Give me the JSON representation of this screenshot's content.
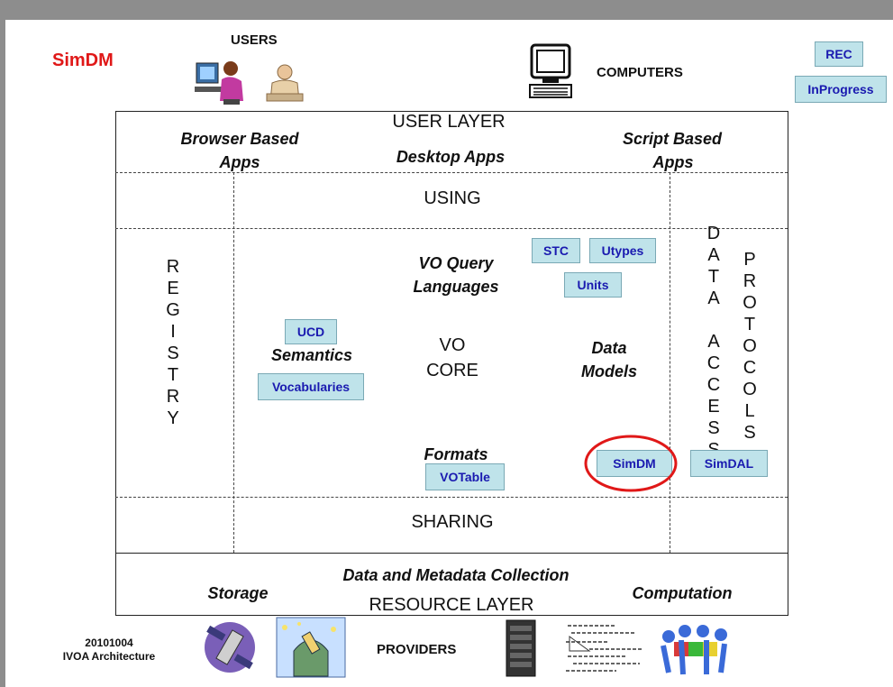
{
  "title": "SimDM",
  "top": {
    "users": "USERS",
    "computers": "COMPUTERS",
    "legend": [
      "REC",
      "InProgress"
    ]
  },
  "user_layer": {
    "title": "USER LAYER",
    "browser_apps": [
      "Browser Based",
      "Apps"
    ],
    "desktop_apps": "Desktop Apps",
    "script_apps": [
      "Script Based",
      "Apps"
    ]
  },
  "using": "USING",
  "registry": [
    "R",
    "E",
    "G",
    "I",
    "S",
    "T",
    "R",
    "Y"
  ],
  "data_access": [
    "D",
    "A",
    "T",
    "A",
    "",
    "A",
    "C",
    "C",
    "E",
    "S",
    "S"
  ],
  "protocols": [
    "P",
    "R",
    "O",
    "T",
    "O",
    "C",
    "O",
    "L",
    "S"
  ],
  "core": {
    "vo_query": [
      "VO Query",
      "Languages"
    ],
    "vo_core": [
      "VO",
      "CORE"
    ],
    "semantics": "Semantics",
    "data_models": [
      "Data",
      "Models"
    ],
    "formats": "Formats"
  },
  "tags": {
    "stc": "STC",
    "utypes": "Utypes",
    "units": "Units",
    "ucd": "UCD",
    "vocabularies": "Vocabularies",
    "votable": "VOTable",
    "simdm": "SimDM",
    "simdal": "SimDAL"
  },
  "sharing": "SHARING",
  "resource_layer": {
    "collection": "Data and Metadata Collection",
    "storage": "Storage",
    "computation": "Computation",
    "title": "RESOURCE LAYER"
  },
  "footer": {
    "date": "20101004",
    "arch": "IVOA Architecture",
    "providers": "PROVIDERS"
  },
  "colors": {
    "title": "#e01818",
    "tag_fill": "#bfe3ea",
    "tag_text": "#1a1ab0",
    "highlight_circle": "#e01818"
  }
}
